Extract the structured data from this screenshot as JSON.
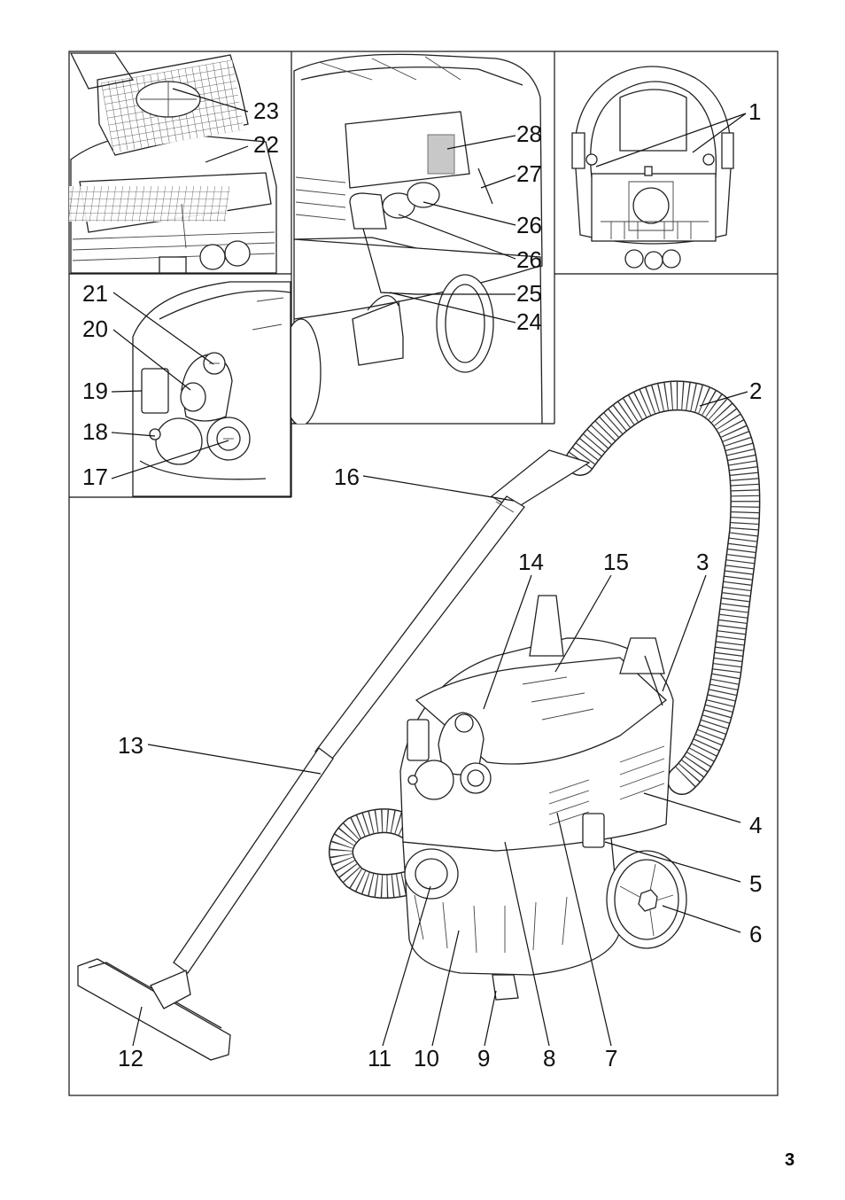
{
  "callouts": [
    "1",
    "2",
    "3",
    "4",
    "5",
    "6",
    "7",
    "8",
    "9",
    "10",
    "11",
    "12",
    "13",
    "14",
    "15",
    "16",
    "17",
    "18",
    "19",
    "20",
    "21",
    "22",
    "23",
    "24",
    "25",
    "26",
    "26",
    "27",
    "28"
  ],
  "page_number": "3"
}
